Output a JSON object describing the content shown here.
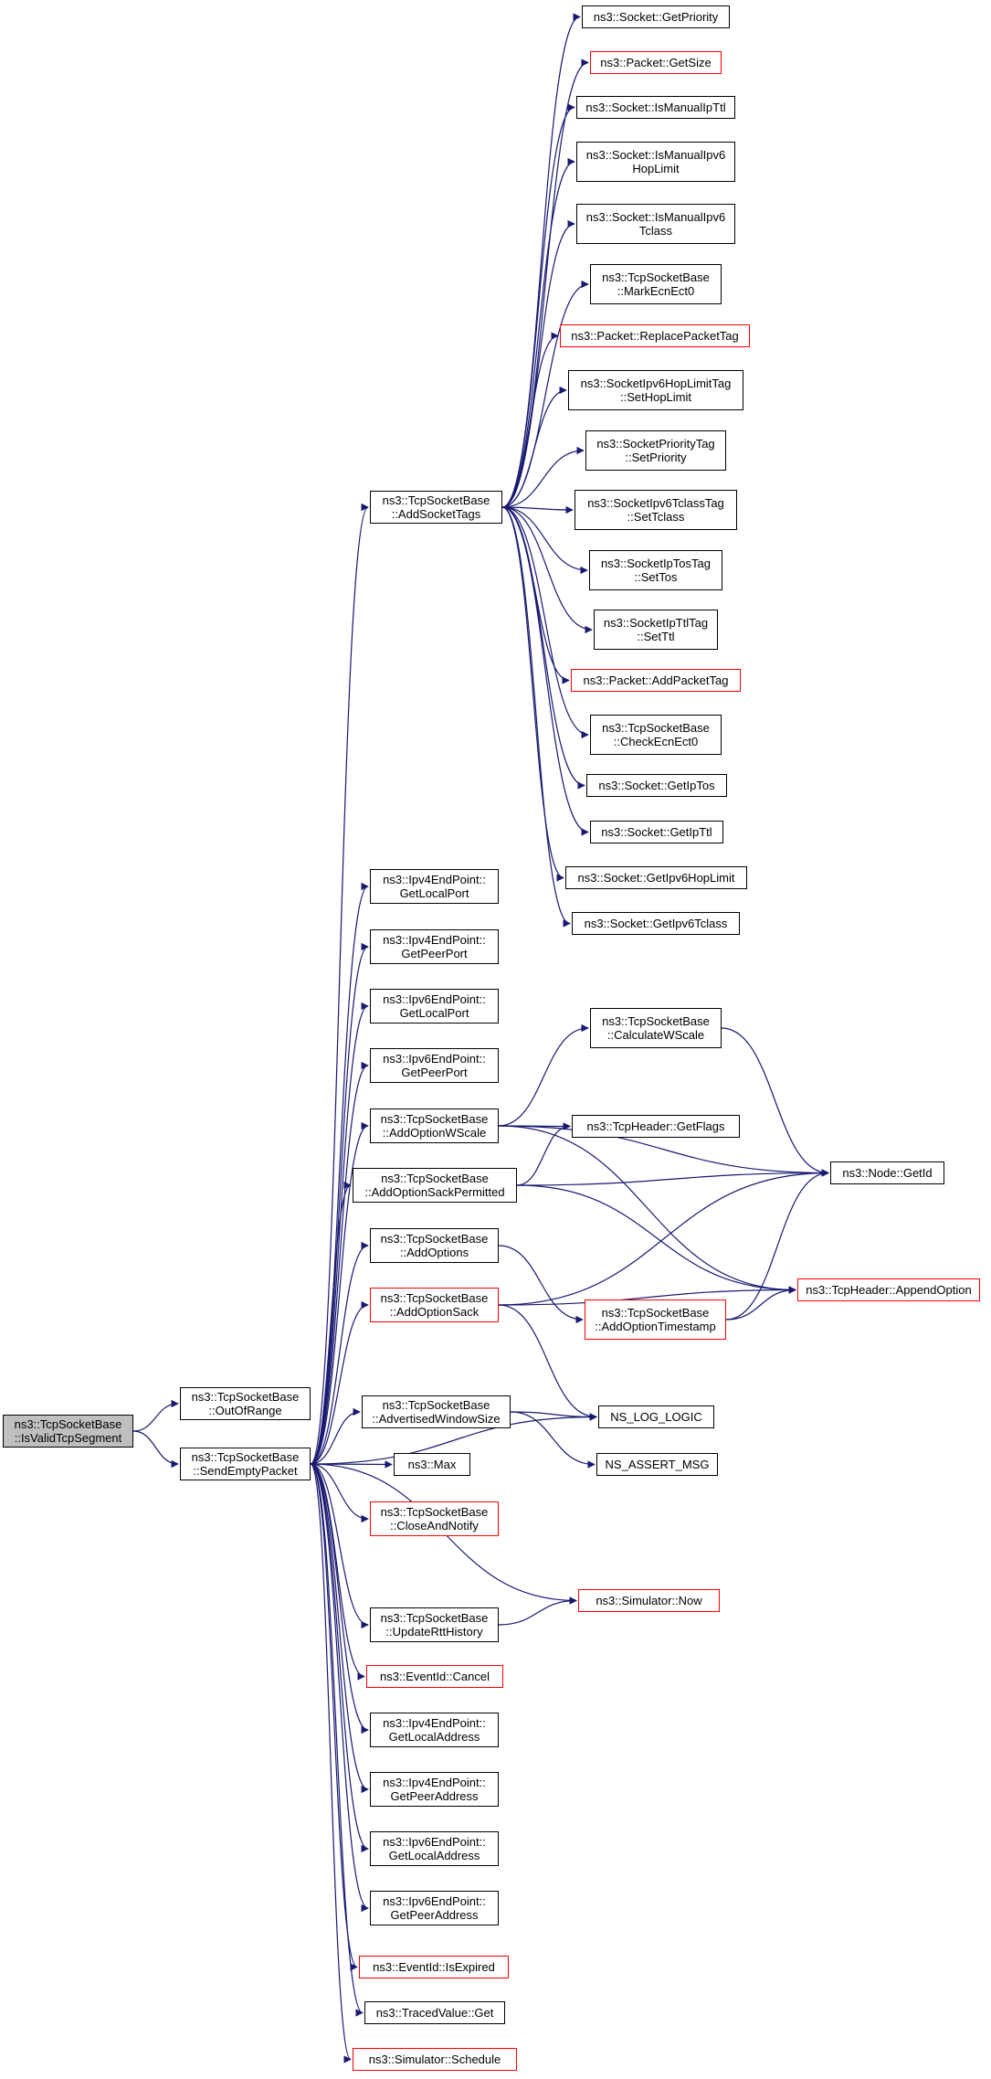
{
  "graph": {
    "edge_color": "#191970",
    "node_border_color": "#000000",
    "undocumented_border_color": "#ff0000",
    "root_fill": "#bfbfbf",
    "nodes": [
      {
        "id": "root",
        "label": "ns3::TcpSocketBase\n::IsValidTcpSegment",
        "style": "root"
      },
      {
        "id": "outofrange",
        "label": "ns3::TcpSocketBase\n::OutOfRange",
        "style": "normal"
      },
      {
        "id": "sendempty",
        "label": "ns3::TcpSocketBase\n::SendEmptyPacket",
        "style": "normal"
      },
      {
        "id": "addsockettags",
        "label": "ns3::TcpSocketBase\n::AddSocketTags",
        "style": "normal"
      },
      {
        "id": "getpriority",
        "label": "ns3::Socket::GetPriority",
        "style": "normal"
      },
      {
        "id": "pktgetsize",
        "label": "ns3::Packet::GetSize",
        "style": "undocumented"
      },
      {
        "id": "ismanualipttl",
        "label": "ns3::Socket::IsManualIpTtl",
        "style": "normal"
      },
      {
        "id": "ismanualipv6hop",
        "label": "ns3::Socket::IsManualIpv6\nHopLimit",
        "style": "normal"
      },
      {
        "id": "ismanualipv6tc",
        "label": "ns3::Socket::IsManualIpv6\nTclass",
        "style": "normal"
      },
      {
        "id": "markecnect0",
        "label": "ns3::TcpSocketBase\n::MarkEcnEct0",
        "style": "normal"
      },
      {
        "id": "replacepackettag",
        "label": "ns3::Packet::ReplacePacketTag",
        "style": "undocumented"
      },
      {
        "id": "sethoplimit",
        "label": "ns3::SocketIpv6HopLimitTag\n::SetHopLimit",
        "style": "normal"
      },
      {
        "id": "setpriority",
        "label": "ns3::SocketPriorityTag\n::SetPriority",
        "style": "normal"
      },
      {
        "id": "settclass",
        "label": "ns3::SocketIpv6TclassTag\n::SetTclass",
        "style": "normal"
      },
      {
        "id": "settos",
        "label": "ns3::SocketIpTosTag\n::SetTos",
        "style": "normal"
      },
      {
        "id": "setttl",
        "label": "ns3::SocketIpTtlTag\n::SetTtl",
        "style": "normal"
      },
      {
        "id": "addpackettag",
        "label": "ns3::Packet::AddPacketTag",
        "style": "undocumented"
      },
      {
        "id": "checkecnect0",
        "label": "ns3::TcpSocketBase\n::CheckEcnEct0",
        "style": "normal"
      },
      {
        "id": "getiptos",
        "label": "ns3::Socket::GetIpTos",
        "style": "normal"
      },
      {
        "id": "getipttl",
        "label": "ns3::Socket::GetIpTtl",
        "style": "normal"
      },
      {
        "id": "getipv6hoplimit",
        "label": "ns3::Socket::GetIpv6HopLimit",
        "style": "normal"
      },
      {
        "id": "getipv6tclass",
        "label": "ns3::Socket::GetIpv6Tclass",
        "style": "normal"
      },
      {
        "id": "ipv4localport",
        "label": "ns3::Ipv4EndPoint::\nGetLocalPort",
        "style": "normal"
      },
      {
        "id": "ipv4peerport",
        "label": "ns3::Ipv4EndPoint::\nGetPeerPort",
        "style": "normal"
      },
      {
        "id": "ipv6localport",
        "label": "ns3::Ipv6EndPoint::\nGetLocalPort",
        "style": "normal"
      },
      {
        "id": "ipv6peerport",
        "label": "ns3::Ipv6EndPoint::\nGetPeerPort",
        "style": "normal"
      },
      {
        "id": "addoptionwscale",
        "label": "ns3::TcpSocketBase\n::AddOptionWScale",
        "style": "normal"
      },
      {
        "id": "addoptionsackperm",
        "label": "ns3::TcpSocketBase\n::AddOptionSackPermitted",
        "style": "normal"
      },
      {
        "id": "addoptions",
        "label": "ns3::TcpSocketBase\n::AddOptions",
        "style": "normal"
      },
      {
        "id": "addoptionsack",
        "label": "ns3::TcpSocketBase\n::AddOptionSack",
        "style": "undocumented"
      },
      {
        "id": "calculatewscale",
        "label": "ns3::TcpSocketBase\n::CalculateWScale",
        "style": "normal"
      },
      {
        "id": "getflags",
        "label": "ns3::TcpHeader::GetFlags",
        "style": "normal"
      },
      {
        "id": "nodegetid",
        "label": "ns3::Node::GetId",
        "style": "normal"
      },
      {
        "id": "addoptiontimestamp",
        "label": "ns3::TcpSocketBase\n::AddOptionTimestamp",
        "style": "undocumented"
      },
      {
        "id": "appendoption",
        "label": "ns3::TcpHeader::AppendOption",
        "style": "undocumented"
      },
      {
        "id": "advwindowsize",
        "label": "ns3::TcpSocketBase\n::AdvertisedWindowSize",
        "style": "normal"
      },
      {
        "id": "nsloglogic",
        "label": "NS_LOG_LOGIC",
        "style": "normal"
      },
      {
        "id": "nsassertmsg",
        "label": "NS_ASSERT_MSG",
        "style": "normal"
      },
      {
        "id": "max",
        "label": "ns3::Max",
        "style": "normal"
      },
      {
        "id": "closeandnotify",
        "label": "ns3::TcpSocketBase\n::CloseAndNotify",
        "style": "undocumented"
      },
      {
        "id": "simnow",
        "label": "ns3::Simulator::Now",
        "style": "undocumented"
      },
      {
        "id": "updaterttHistory",
        "label": "ns3::TcpSocketBase\n::UpdateRttHistory",
        "style": "normal"
      },
      {
        "id": "eventcancel",
        "label": "ns3::EventId::Cancel",
        "style": "undocumented"
      },
      {
        "id": "ipv4localaddr",
        "label": "ns3::Ipv4EndPoint::\nGetLocalAddress",
        "style": "normal"
      },
      {
        "id": "ipv4peeraddr",
        "label": "ns3::Ipv4EndPoint::\nGetPeerAddress",
        "style": "normal"
      },
      {
        "id": "ipv6localaddr",
        "label": "ns3::Ipv6EndPoint::\nGetLocalAddress",
        "style": "normal"
      },
      {
        "id": "ipv6peeraddr",
        "label": "ns3::Ipv6EndPoint::\nGetPeerAddress",
        "style": "normal"
      },
      {
        "id": "eventisexpired",
        "label": "ns3::EventId::IsExpired",
        "style": "undocumented"
      },
      {
        "id": "tracedvalueget",
        "label": "ns3::TracedValue::Get",
        "style": "normal"
      },
      {
        "id": "simschedule",
        "label": "ns3::Simulator::Schedule",
        "style": "undocumented"
      }
    ],
    "edges": [
      [
        "root",
        "outofrange"
      ],
      [
        "root",
        "sendempty"
      ],
      [
        "sendempty",
        "addsockettags"
      ],
      [
        "addsockettags",
        "getpriority"
      ],
      [
        "addsockettags",
        "pktgetsize"
      ],
      [
        "addsockettags",
        "ismanualipttl"
      ],
      [
        "addsockettags",
        "ismanualipv6hop"
      ],
      [
        "addsockettags",
        "ismanualipv6tc"
      ],
      [
        "addsockettags",
        "markecnect0"
      ],
      [
        "addsockettags",
        "replacepackettag"
      ],
      [
        "addsockettags",
        "sethoplimit"
      ],
      [
        "addsockettags",
        "setpriority"
      ],
      [
        "addsockettags",
        "settclass"
      ],
      [
        "addsockettags",
        "settos"
      ],
      [
        "addsockettags",
        "setttl"
      ],
      [
        "addsockettags",
        "addpackettag"
      ],
      [
        "addsockettags",
        "checkecnect0"
      ],
      [
        "addsockettags",
        "getiptos"
      ],
      [
        "addsockettags",
        "getipttl"
      ],
      [
        "addsockettags",
        "getipv6hoplimit"
      ],
      [
        "addsockettags",
        "getipv6tclass"
      ],
      [
        "sendempty",
        "ipv4localport"
      ],
      [
        "sendempty",
        "ipv4peerport"
      ],
      [
        "sendempty",
        "ipv6localport"
      ],
      [
        "sendempty",
        "ipv6peerport"
      ],
      [
        "sendempty",
        "addoptionwscale"
      ],
      [
        "sendempty",
        "addoptionsackperm"
      ],
      [
        "sendempty",
        "addoptions"
      ],
      [
        "sendempty",
        "addoptionsack"
      ],
      [
        "addoptionwscale",
        "calculatewscale"
      ],
      [
        "addoptionwscale",
        "getflags"
      ],
      [
        "addoptionwscale",
        "nodegetid"
      ],
      [
        "addoptionwscale",
        "appendoption"
      ],
      [
        "calculatewscale",
        "nodegetid"
      ],
      [
        "addoptionsackperm",
        "getflags"
      ],
      [
        "addoptionsackperm",
        "nodegetid"
      ],
      [
        "addoptionsackperm",
        "appendoption"
      ],
      [
        "addoptions",
        "addoptiontimestamp"
      ],
      [
        "addoptionsack",
        "nodegetid"
      ],
      [
        "addoptionsack",
        "appendoption"
      ],
      [
        "addoptionsack",
        "nsloglogic"
      ],
      [
        "addoptiontimestamp",
        "nodegetid"
      ],
      [
        "addoptiontimestamp",
        "appendoption"
      ],
      [
        "sendempty",
        "nsloglogic"
      ],
      [
        "sendempty",
        "advwindowsize"
      ],
      [
        "advwindowsize",
        "nsloglogic"
      ],
      [
        "advwindowsize",
        "nsassertmsg"
      ],
      [
        "sendempty",
        "max"
      ],
      [
        "sendempty",
        "closeandnotify"
      ],
      [
        "sendempty",
        "simnow"
      ],
      [
        "sendempty",
        "updaterttHistory"
      ],
      [
        "updaterttHistory",
        "simnow"
      ],
      [
        "sendempty",
        "eventcancel"
      ],
      [
        "sendempty",
        "ipv4localaddr"
      ],
      [
        "sendempty",
        "ipv4peeraddr"
      ],
      [
        "sendempty",
        "ipv6localaddr"
      ],
      [
        "sendempty",
        "ipv6peeraddr"
      ],
      [
        "sendempty",
        "eventisexpired"
      ],
      [
        "sendempty",
        "tracedvalueget"
      ],
      [
        "sendempty",
        "simschedule"
      ]
    ]
  }
}
